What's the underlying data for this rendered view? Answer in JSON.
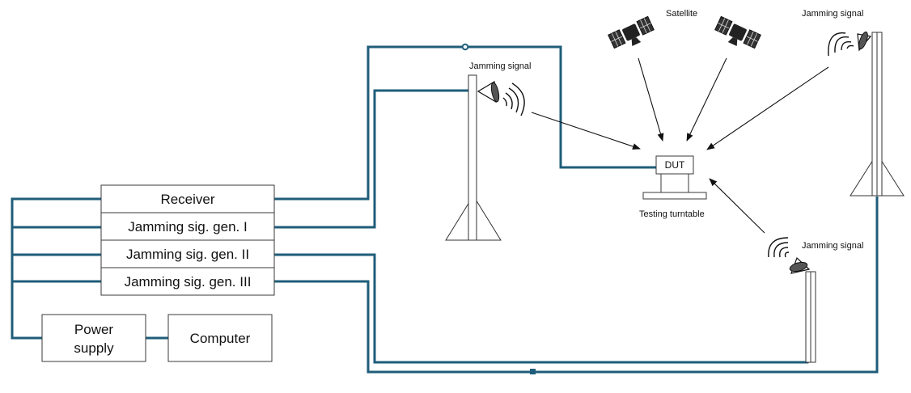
{
  "blocks": {
    "receiver": "Receiver",
    "gen1": "Jamming sig. gen. I",
    "gen2": "Jamming sig. gen. II",
    "gen3": "Jamming sig. gen. III",
    "power_line1": "Power",
    "power_line2": "supply",
    "computer": "Computer"
  },
  "labels": {
    "satellite": "Satellite",
    "jamming_left": "Jamming signal",
    "jamming_top_right": "Jamming signal",
    "jamming_bottom_right": "Jamming signal",
    "dut": "DUT",
    "turntable": "Testing turntable"
  },
  "colors": {
    "cable": "#1f5d7a"
  }
}
